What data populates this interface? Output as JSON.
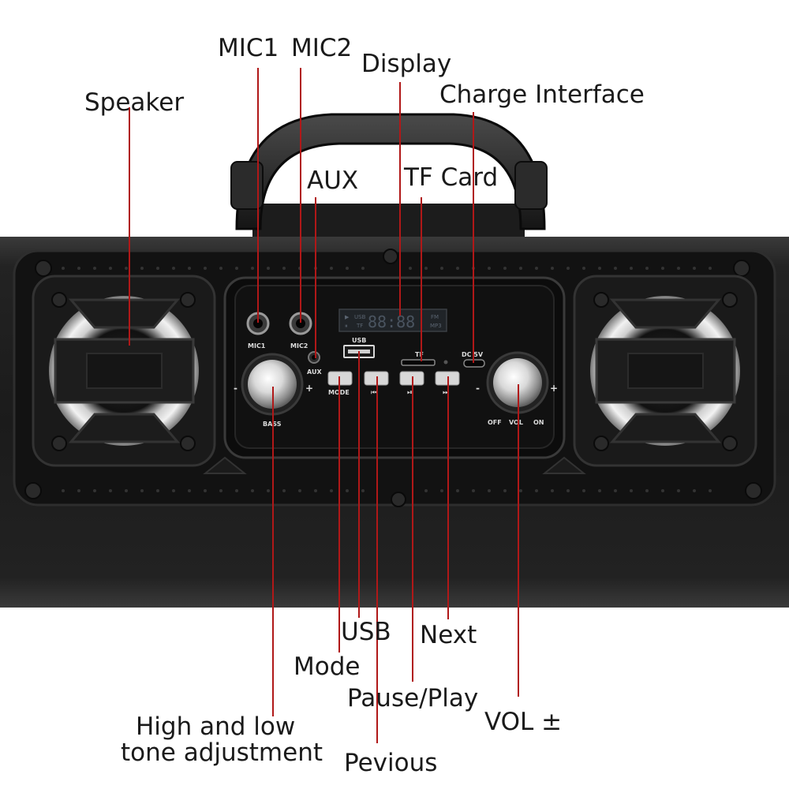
{
  "callouts": {
    "mic1": "MIC1",
    "mic2": "MIC2",
    "display": "Display",
    "charge": "Charge Interface",
    "speaker": "Speaker",
    "aux": "AUX",
    "tf_card": "TF Card",
    "usb": "USB",
    "next": "Next",
    "mode": "Mode",
    "pause_play": "Pause/Play",
    "vol": "VOL ±",
    "tone_line1": "High and low",
    "tone_line2": "tone adjustment",
    "previous": "Pevious"
  },
  "panel": {
    "display_digits": "88:88",
    "display_usb": "USB",
    "display_tf": "TF",
    "display_fm": "FM",
    "display_mp3": "MP3",
    "mic1": "MIC1",
    "mic2": "MIC2",
    "aux": "AUX",
    "usb": "USB",
    "tf": "TF",
    "dc5v": "DC 5V",
    "bass": "BASS",
    "mode": "MODE",
    "minus": "-",
    "plus": "+",
    "off": "OFF",
    "vol": "VOL",
    "on": "ON",
    "prev_sym": "⏮",
    "play_sym": "⏯",
    "next_sym": "⏭"
  },
  "colors": {
    "leader_line": "#b01818",
    "body": "#141414",
    "panel": "#0c0c0c"
  }
}
